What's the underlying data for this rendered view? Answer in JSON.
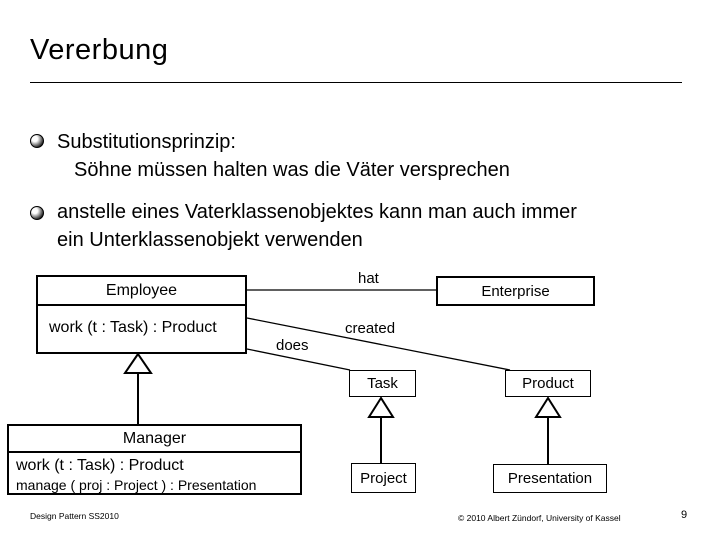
{
  "colors": {
    "background": "#ffffff",
    "text": "#000000",
    "line": "#000000"
  },
  "slide": {
    "title": "Vererbung",
    "bullets": [
      {
        "line1": "Substitutionsprinzip:",
        "line2": "Söhne müssen halten was die Väter versprechen"
      },
      {
        "line1": "anstelle eines Vaterklassenobjektes kann man auch immer",
        "line2": "ein Unterklassenobjekt verwenden"
      }
    ]
  },
  "diagram": {
    "classes": {
      "employee": {
        "name": "Employee",
        "method1": "work (t : Task) : Product"
      },
      "enterprise": {
        "name": "Enterprise"
      },
      "task": {
        "name": "Task"
      },
      "product": {
        "name": "Product"
      },
      "manager": {
        "name": "Manager",
        "method1": "work (t : Task) : Product",
        "method2": "manage ( proj : Project ) : Presentation"
      },
      "project": {
        "name": "Project"
      },
      "presentation": {
        "name": "Presentation"
      }
    },
    "labels": {
      "hat": "hat",
      "created": "created",
      "does": "does"
    }
  },
  "footer": {
    "left": "Design Pattern SS2010",
    "copyright": "© 2010 Albert Zündorf, University of Kassel",
    "page": "9"
  }
}
